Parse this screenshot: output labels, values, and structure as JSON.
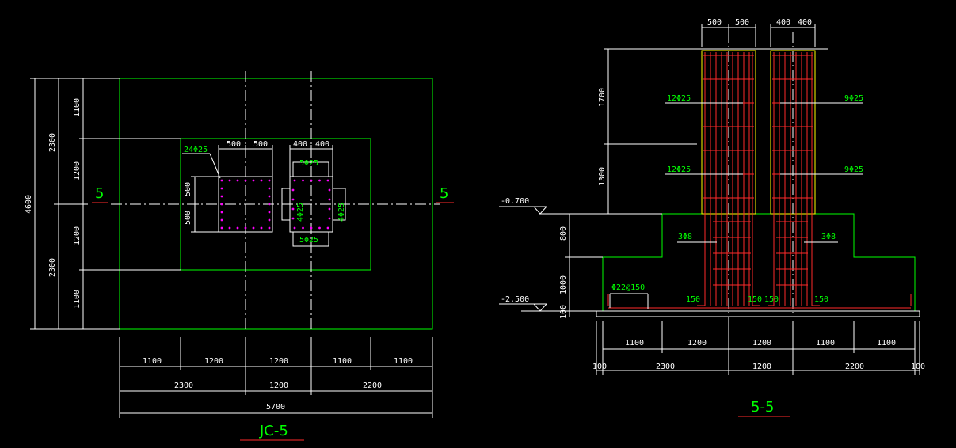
{
  "colors": {
    "background": "#000000",
    "dimension": "#ffffff",
    "outline": "#00ff00",
    "rebar": "#ff2a2a",
    "column": "#ffff00",
    "marker": "#ff00ff"
  },
  "plan": {
    "title": "JC-5",
    "section_mark_left": "5",
    "section_mark_right": "5",
    "left_dims_outer": [
      "4600"
    ],
    "left_dims_mid": [
      "2300",
      "2300"
    ],
    "left_dims_inner": [
      "1100",
      "1200",
      "1200",
      "1100"
    ],
    "bottom_dims_row1": [
      "1100",
      "1200",
      "1200",
      "1100",
      "1100"
    ],
    "bottom_dims_row2": [
      "2300",
      "1200",
      "2200"
    ],
    "bottom_dims_row3": [
      "5700"
    ],
    "col_dims_left": [
      "500",
      "500"
    ],
    "col_dims_right": [
      "400",
      "400"
    ],
    "col_side_dims": [
      "500",
      "500"
    ],
    "rebar_left": "24Φ25",
    "rebar_right_top": "5Φ25",
    "rebar_right_bottom": "5Φ25",
    "rebar_right_inner_left": "4Φ25",
    "rebar_right_inner_right": "4Φ25"
  },
  "section": {
    "title": "5-5",
    "top_dims_left": [
      "500",
      "500"
    ],
    "top_dims_right": [
      "400",
      "400"
    ],
    "height_dims": [
      "1700",
      "1300"
    ],
    "pedestal_dims": [
      "800",
      "1000",
      "100"
    ],
    "level_top": "-0.700",
    "level_bottom": "-2.500",
    "rebar_left_upper": "12Φ25",
    "rebar_left_lower": "12Φ25",
    "rebar_right_upper": "9Φ25",
    "rebar_right_lower": "9Φ25",
    "stirrup_left": "3Φ8",
    "stirrup_right": "3Φ8",
    "base_rebar": "Φ22@150",
    "hook_dims": [
      "150",
      "150",
      "150",
      "150"
    ],
    "bottom_dims_row1": [
      "1100",
      "1200",
      "1200",
      "1100",
      "1100"
    ],
    "bottom_dims_row2": [
      "100",
      "2300",
      "1200",
      "2200",
      "100"
    ]
  }
}
